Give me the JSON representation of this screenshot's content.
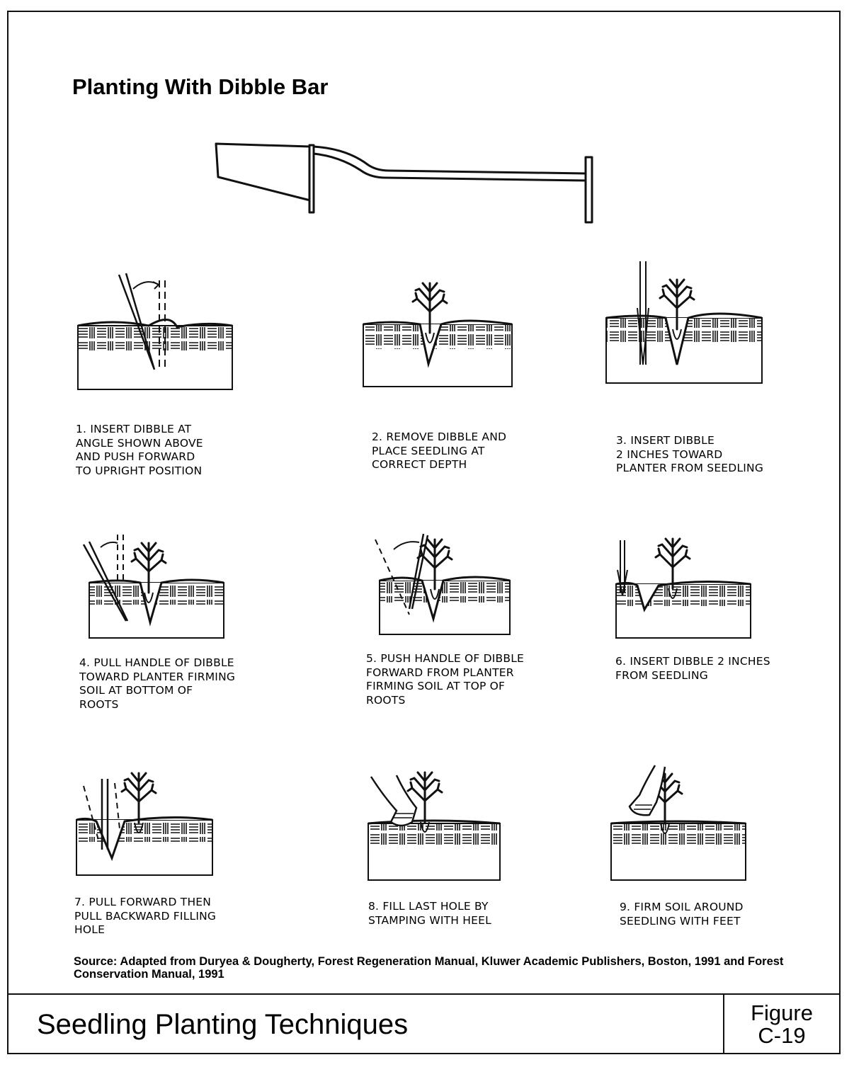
{
  "title": "Planting With Dibble Bar",
  "steps": [
    {
      "label": "1. INSERT DIBBLE AT\nANGLE SHOWN ABOVE\nAND PUSH FORWARD\nTO UPRIGHT POSITION"
    },
    {
      "label": "2. REMOVE DIBBLE AND\nPLACE SEEDLING AT\nCORRECT DEPTH"
    },
    {
      "label": "3. INSERT DIBBLE\n2 INCHES TOWARD\nPLANTER FROM SEEDLING"
    },
    {
      "label": "4. PULL HANDLE OF DIBBLE\nTOWARD PLANTER FIRMING\nSOIL AT BOTTOM OF\nROOTS"
    },
    {
      "label": "5. PUSH HANDLE OF DIBBLE\nFORWARD FROM PLANTER\nFIRMING SOIL AT TOP OF\nROOTS"
    },
    {
      "label": "6. INSERT DIBBLE 2 INCHES\nFROM SEEDLING"
    },
    {
      "label": "7. PULL FORWARD THEN\nPULL BACKWARD FILLING\nHOLE"
    },
    {
      "label": "8. FILL LAST HOLE BY\nSTAMPING WITH HEEL"
    },
    {
      "label": "9. FIRM SOIL AROUND\nSEEDLING WITH FEET"
    }
  ],
  "source": "Source: Adapted from Duryea & Dougherty, Forest Regeneration Manual, Kluwer Academic Publishers, Boston, 1991 and Forest Conservation Manual, 1991",
  "footer": {
    "title": "Seedling Planting Techniques",
    "figure_label": "Figure",
    "figure_number": "C-19"
  }
}
